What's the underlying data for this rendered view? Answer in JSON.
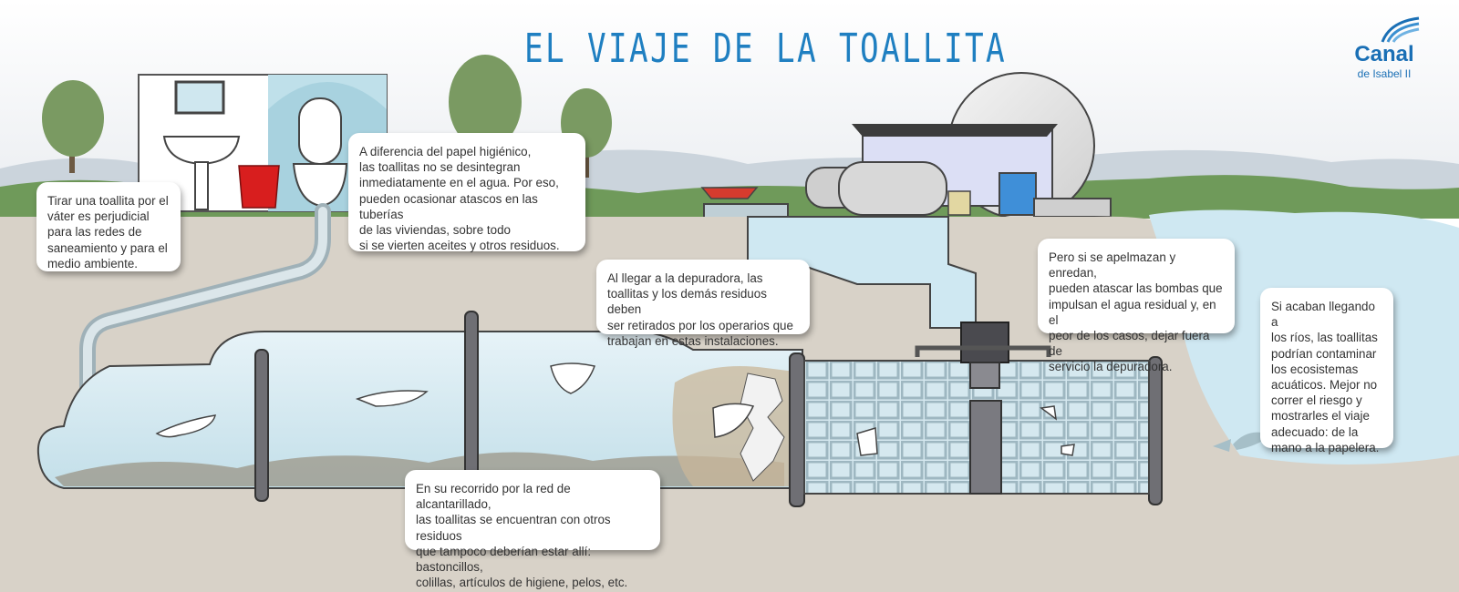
{
  "title": "EL VIAJE DE LA TOALLITA",
  "logo": {
    "name": "Canal",
    "subtitle": "de Isabel II",
    "icon": "wave-arcs-icon",
    "color": "#1a6fb5"
  },
  "colors": {
    "title": "#1f7fc1",
    "water": "#cfe8f2",
    "ground": "#d8d2c8",
    "pipe": "#b9c6cc",
    "bucket": "#d81e1e",
    "hills": "#6f9a5a"
  },
  "callouts": [
    {
      "id": "toilet",
      "text": "Tirar una toallita por el\nváter es perjudicial\npara las redes de\nsaneamiento y para el\nmedio ambiente."
    },
    {
      "id": "paper",
      "text": "A diferencia del papel higiénico,\nlas toallitas no se desintegran\ninmediatamente en el agua. Por eso,\npueden ocasionar atascos en las tuberías\nde las viviendas, sobre todo\nsi se vierten aceites y otros residuos."
    },
    {
      "id": "plant",
      "text": "Al llegar a la depuradora, las\ntoallitas y los demás residuos deben\nser retirados por los operarios que\ntrabajan en estas instalaciones."
    },
    {
      "id": "pumps",
      "text": "Pero si se apelmazan y enredan,\npueden atascar las bombas que\nimpulsan el agua residual y, en el\npeor de los casos, dejar fuera de\nservicio la depuradora."
    },
    {
      "id": "rivers",
      "text": "Si acaban llegando a\nlos ríos, las toallitas\npodrían contaminar\nlos ecosistemas\nacuáticos. Mejor no\ncorrer el riesgo y\nmostrarles el viaje\nadecuado: de la\nmano a la papelera."
    },
    {
      "id": "sewer",
      "text": "En su recorrido por la red de alcantarillado,\nlas toallitas se encuentran con otros residuos\nque tampoco deberían estar allí: bastoncillos,\ncolillas, artículos de higiene, pelos, etc."
    }
  ]
}
